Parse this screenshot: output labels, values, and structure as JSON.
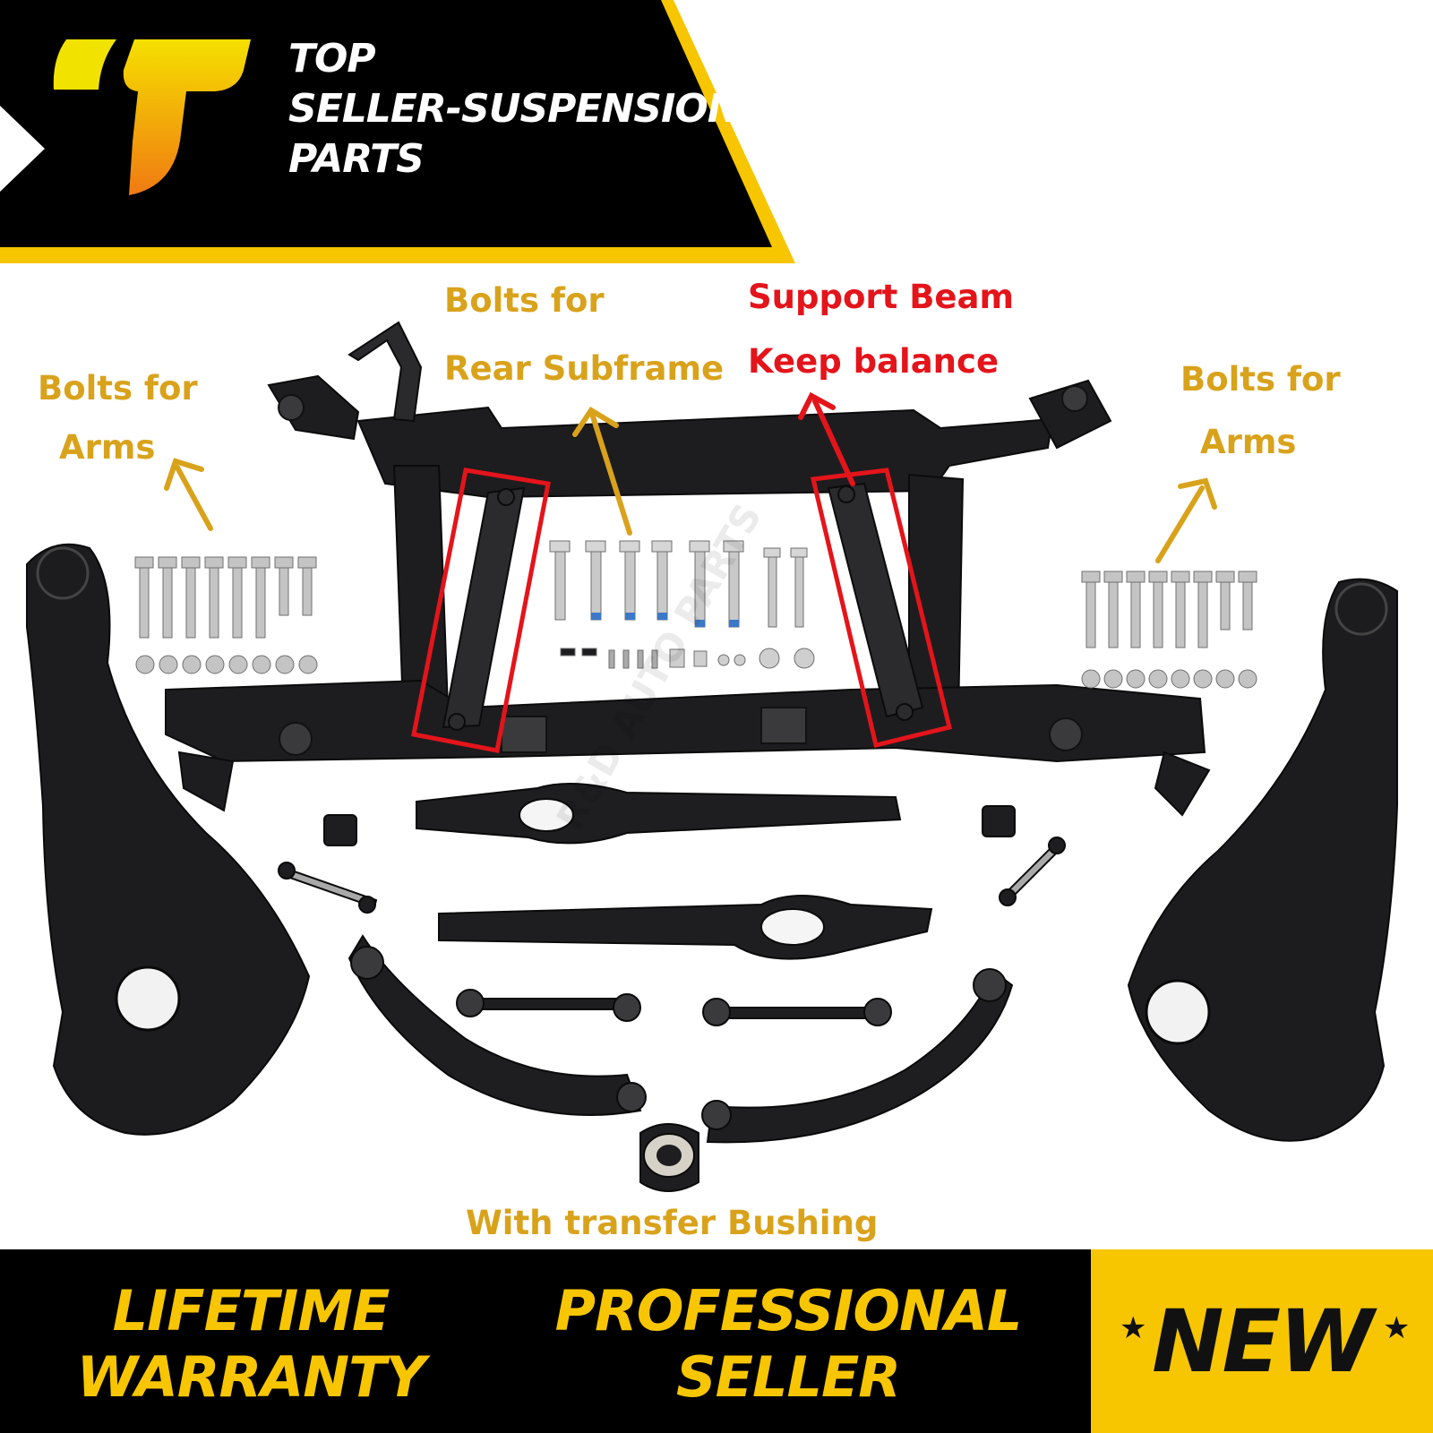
{
  "brand": {
    "line1": "TOP",
    "line2": "SELLER-SUSPENSION",
    "line3": "PARTS",
    "colors": {
      "black": "#000000",
      "yellow": "#f7c600",
      "logo_top": "#f5e000",
      "logo_bottom": "#f07a12"
    }
  },
  "callouts": {
    "bolts_rear_subframe": {
      "line1": "Bolts for",
      "line2": "Rear Subframe"
    },
    "support_beam": {
      "line1": "Support Beam",
      "line2": "Keep balance"
    },
    "bolts_arms_left": {
      "line1": "Bolts for",
      "line2": "Arms"
    },
    "bolts_arms_right": {
      "line1": "Bolts for",
      "line2": "Arms"
    },
    "transfer_bushing": "With transfer Bushing",
    "colors": {
      "gold": "#d9a21b",
      "red": "#e4141b"
    }
  },
  "footer": {
    "lifetime_line1": "LIFETIME",
    "lifetime_line2": "WARRANTY",
    "professional_line1": "PROFESSIONAL",
    "professional_line2": "SELLER",
    "new_label": "NEW",
    "star_glyph": "★",
    "colors": {
      "background": "#000000",
      "text": "#f7c600",
      "new_background": "#f7c600"
    }
  },
  "watermark": "R&D AUTO PARTS"
}
